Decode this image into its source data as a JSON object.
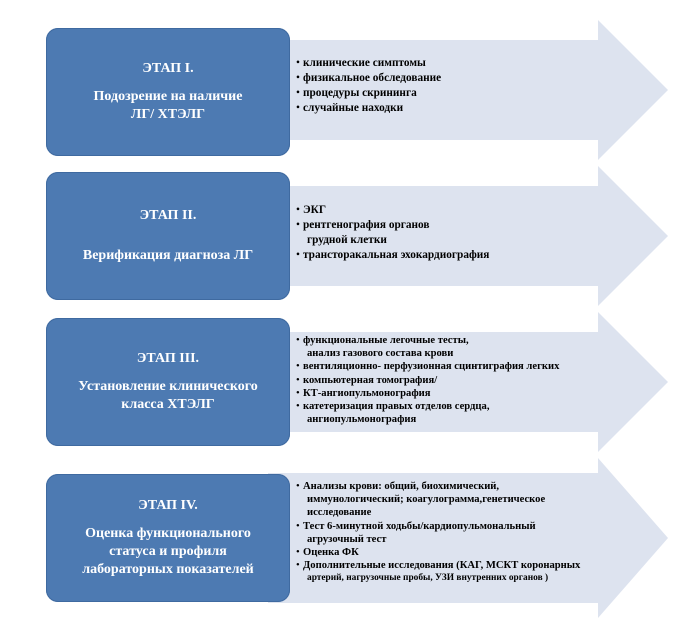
{
  "stages": [
    {
      "heading": "ЭТАП I.",
      "lines": [
        "Подозрение на наличие",
        "ЛГ/ ХТЭЛГ"
      ],
      "items": [
        {
          "text": "клинические симптомы"
        },
        {
          "text": "физикальное обследование"
        },
        {
          "text": "процедуры скрининга"
        },
        {
          "text": "случайные находки"
        }
      ]
    },
    {
      "heading": "ЭТАП II.",
      "lines": [
        "Верификация  диагноза ЛГ"
      ],
      "items": [
        {
          "text": "ЭКГ"
        },
        {
          "text": "рентгенография органов",
          "cont": "грудной клетки"
        },
        {
          "text": "трансторакальная эхокардиография"
        }
      ]
    },
    {
      "heading": "ЭТАП III.",
      "lines": [
        "Установление клинического",
        "класса ХТЭЛГ"
      ],
      "items": [
        {
          "text": "функциональные легочные тесты,",
          "cont": "анализ газового состава крови"
        },
        {
          "text": "вентиляционно- перфузионная сцинтиграфия легких"
        },
        {
          "text": "компьютерная томография/"
        },
        {
          "text": "КТ-ангиопульмонография"
        },
        {
          "text": "катетеризация правых отделов сердца,",
          "cont": "ангиопульмонография"
        }
      ]
    },
    {
      "heading": "ЭТАП IV.",
      "lines": [
        "Оценка функционального",
        "статуса и профиля",
        "лабораторных показателей"
      ],
      "items": [
        {
          "text": "Анализы крови: общий, биохимический,",
          "cont": "иммунологический; коагулограмма,генетическое",
          "cont2": "исследование"
        },
        {
          "text": "Тест 6-минутной ходьбы/кардиопульмональный",
          "cont": "агрузочный тест"
        },
        {
          "text": "Оценка ФК"
        },
        {
          "text": "Дополнительные исследования (КАГ, МСКТ коронарных",
          "cont": "артерий, нагрузочные пробы, УЗИ внутренних органов )"
        }
      ]
    }
  ],
  "colors": {
    "box": "#4d7ab2",
    "arrow": "#dde3ef",
    "text_on_box": "#ffffff"
  }
}
